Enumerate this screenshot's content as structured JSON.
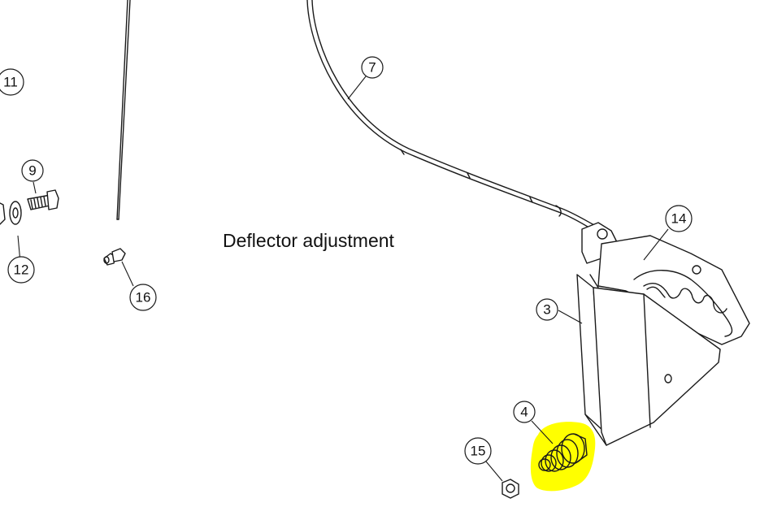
{
  "diagram": {
    "title": "Deflector adjustment",
    "callouts": [
      "11",
      "9",
      "12",
      "16",
      "7",
      "14",
      "3",
      "4",
      "15"
    ],
    "highlight_color": "#ffff00"
  }
}
